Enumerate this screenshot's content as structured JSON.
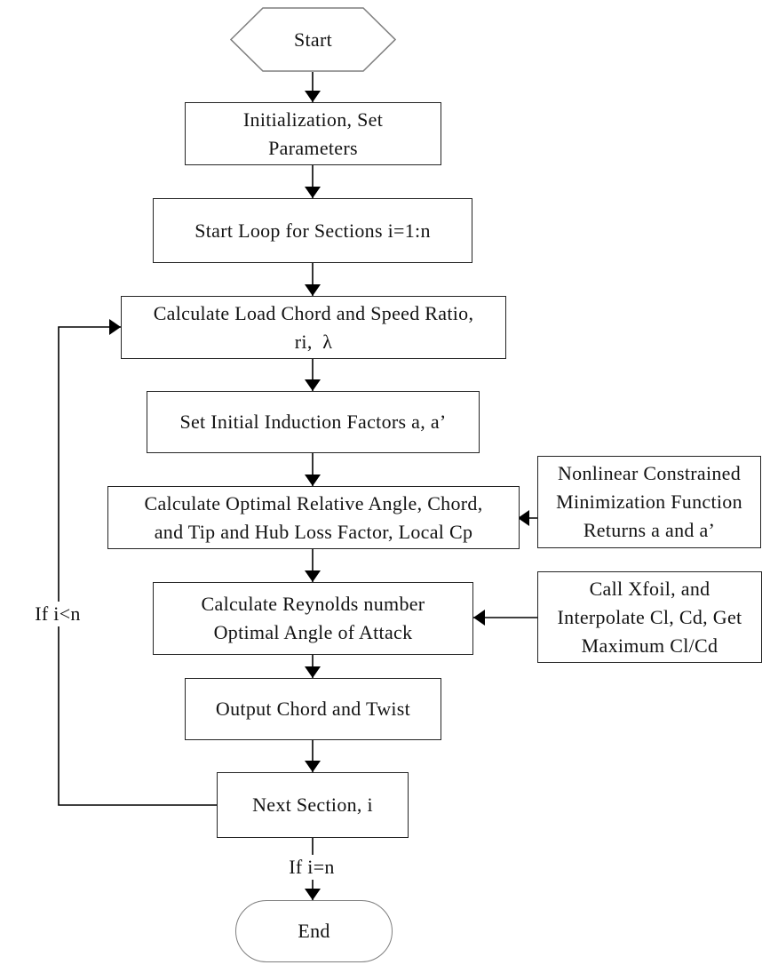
{
  "diagram": {
    "start": {
      "label": "Start"
    },
    "init": {
      "lines": [
        "Initialization, Set",
        "Parameters"
      ]
    },
    "loop_start": {
      "lines": [
        "Start Loop for Sections i=1:n"
      ]
    },
    "load_chord": {
      "lines": [
        "Calculate Load Chord and Speed Ratio,",
        "ri,  λ"
      ]
    },
    "induction": {
      "lines": [
        "Set Initial Induction Factors a, a’"
      ]
    },
    "optimal": {
      "lines": [
        "Calculate Optimal Relative Angle, Chord,",
        "and Tip and Hub Loss Factor, Local Cp"
      ]
    },
    "minimization": {
      "lines": [
        "Nonlinear Constrained",
        "Minimization Function",
        "Returns a and a’"
      ]
    },
    "reynolds": {
      "lines": [
        "Calculate Reynolds number",
        "Optimal Angle of Attack"
      ]
    },
    "xfoil": {
      "lines": [
        "Call Xfoil, and",
        "Interpolate Cl, Cd, Get",
        "Maximum Cl/Cd"
      ]
    },
    "output": {
      "lines": [
        "Output Chord and Twist"
      ]
    },
    "next_section": {
      "lines": [
        "Next Section, i"
      ]
    },
    "end": {
      "label": "End"
    },
    "edge_labels": {
      "loop_back": "If i<n",
      "to_end": "If i=n"
    }
  },
  "colors": {
    "background": "#ffffff",
    "process_border": "#242424",
    "terminal_border": "#7e7e7e",
    "connector": "#000000",
    "text": "#131313"
  }
}
